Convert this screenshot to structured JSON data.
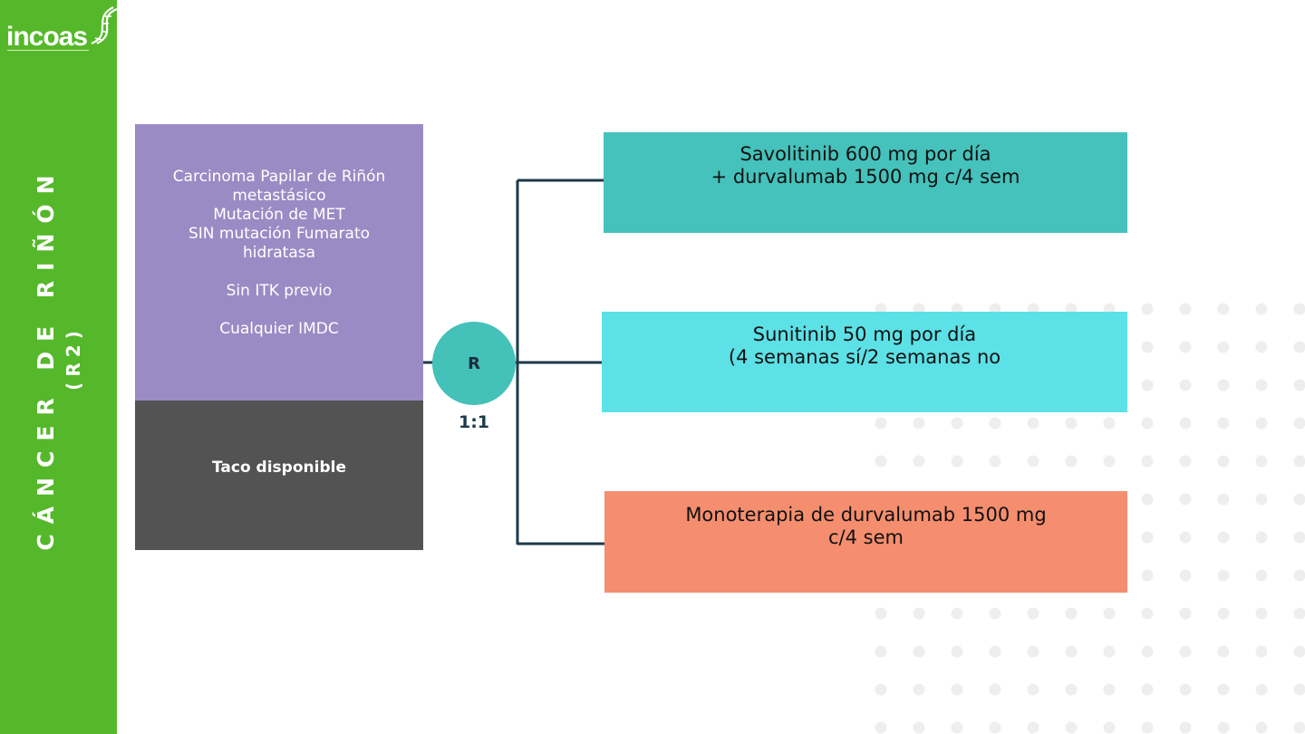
{
  "sidebar": {
    "logo_text": "incoas",
    "title": "CÁNCER DE RIÑÓN",
    "subtitle": "(R2)"
  },
  "criteria": {
    "lines": [
      "Carcinoma Papilar de Riñón",
      "metastásico",
      "Mutación de MET",
      "SIN mutación Fumarato",
      "hidratasa",
      "Sin ITK previo",
      "Cualquier IMDC"
    ],
    "tissue": "Taco disponible"
  },
  "randomization": {
    "symbol": "R",
    "ratio": "1:1"
  },
  "arms": [
    {
      "line1": "Savolitinib 600 mg por día",
      "line2": "+ durvalumab 1500 mg c/4 sem",
      "color": "#44c2bb"
    },
    {
      "line1": "Sunitinib 50 mg por día",
      "line2": "(4 semanas sí/2 semanas no",
      "color": "#5ce1e6"
    },
    {
      "line1": "Monoterapia de durvalumab 1500 mg",
      "line2": "c/4 sem",
      "color": "#f58e6e"
    }
  ],
  "colors": {
    "sidebar": "#55b82a",
    "criteria_box": "#9b8bc4",
    "tissue_box": "#535353",
    "circle": "#44c1b9",
    "connector": "#1e3a4a",
    "dots": "#eeeeee"
  }
}
